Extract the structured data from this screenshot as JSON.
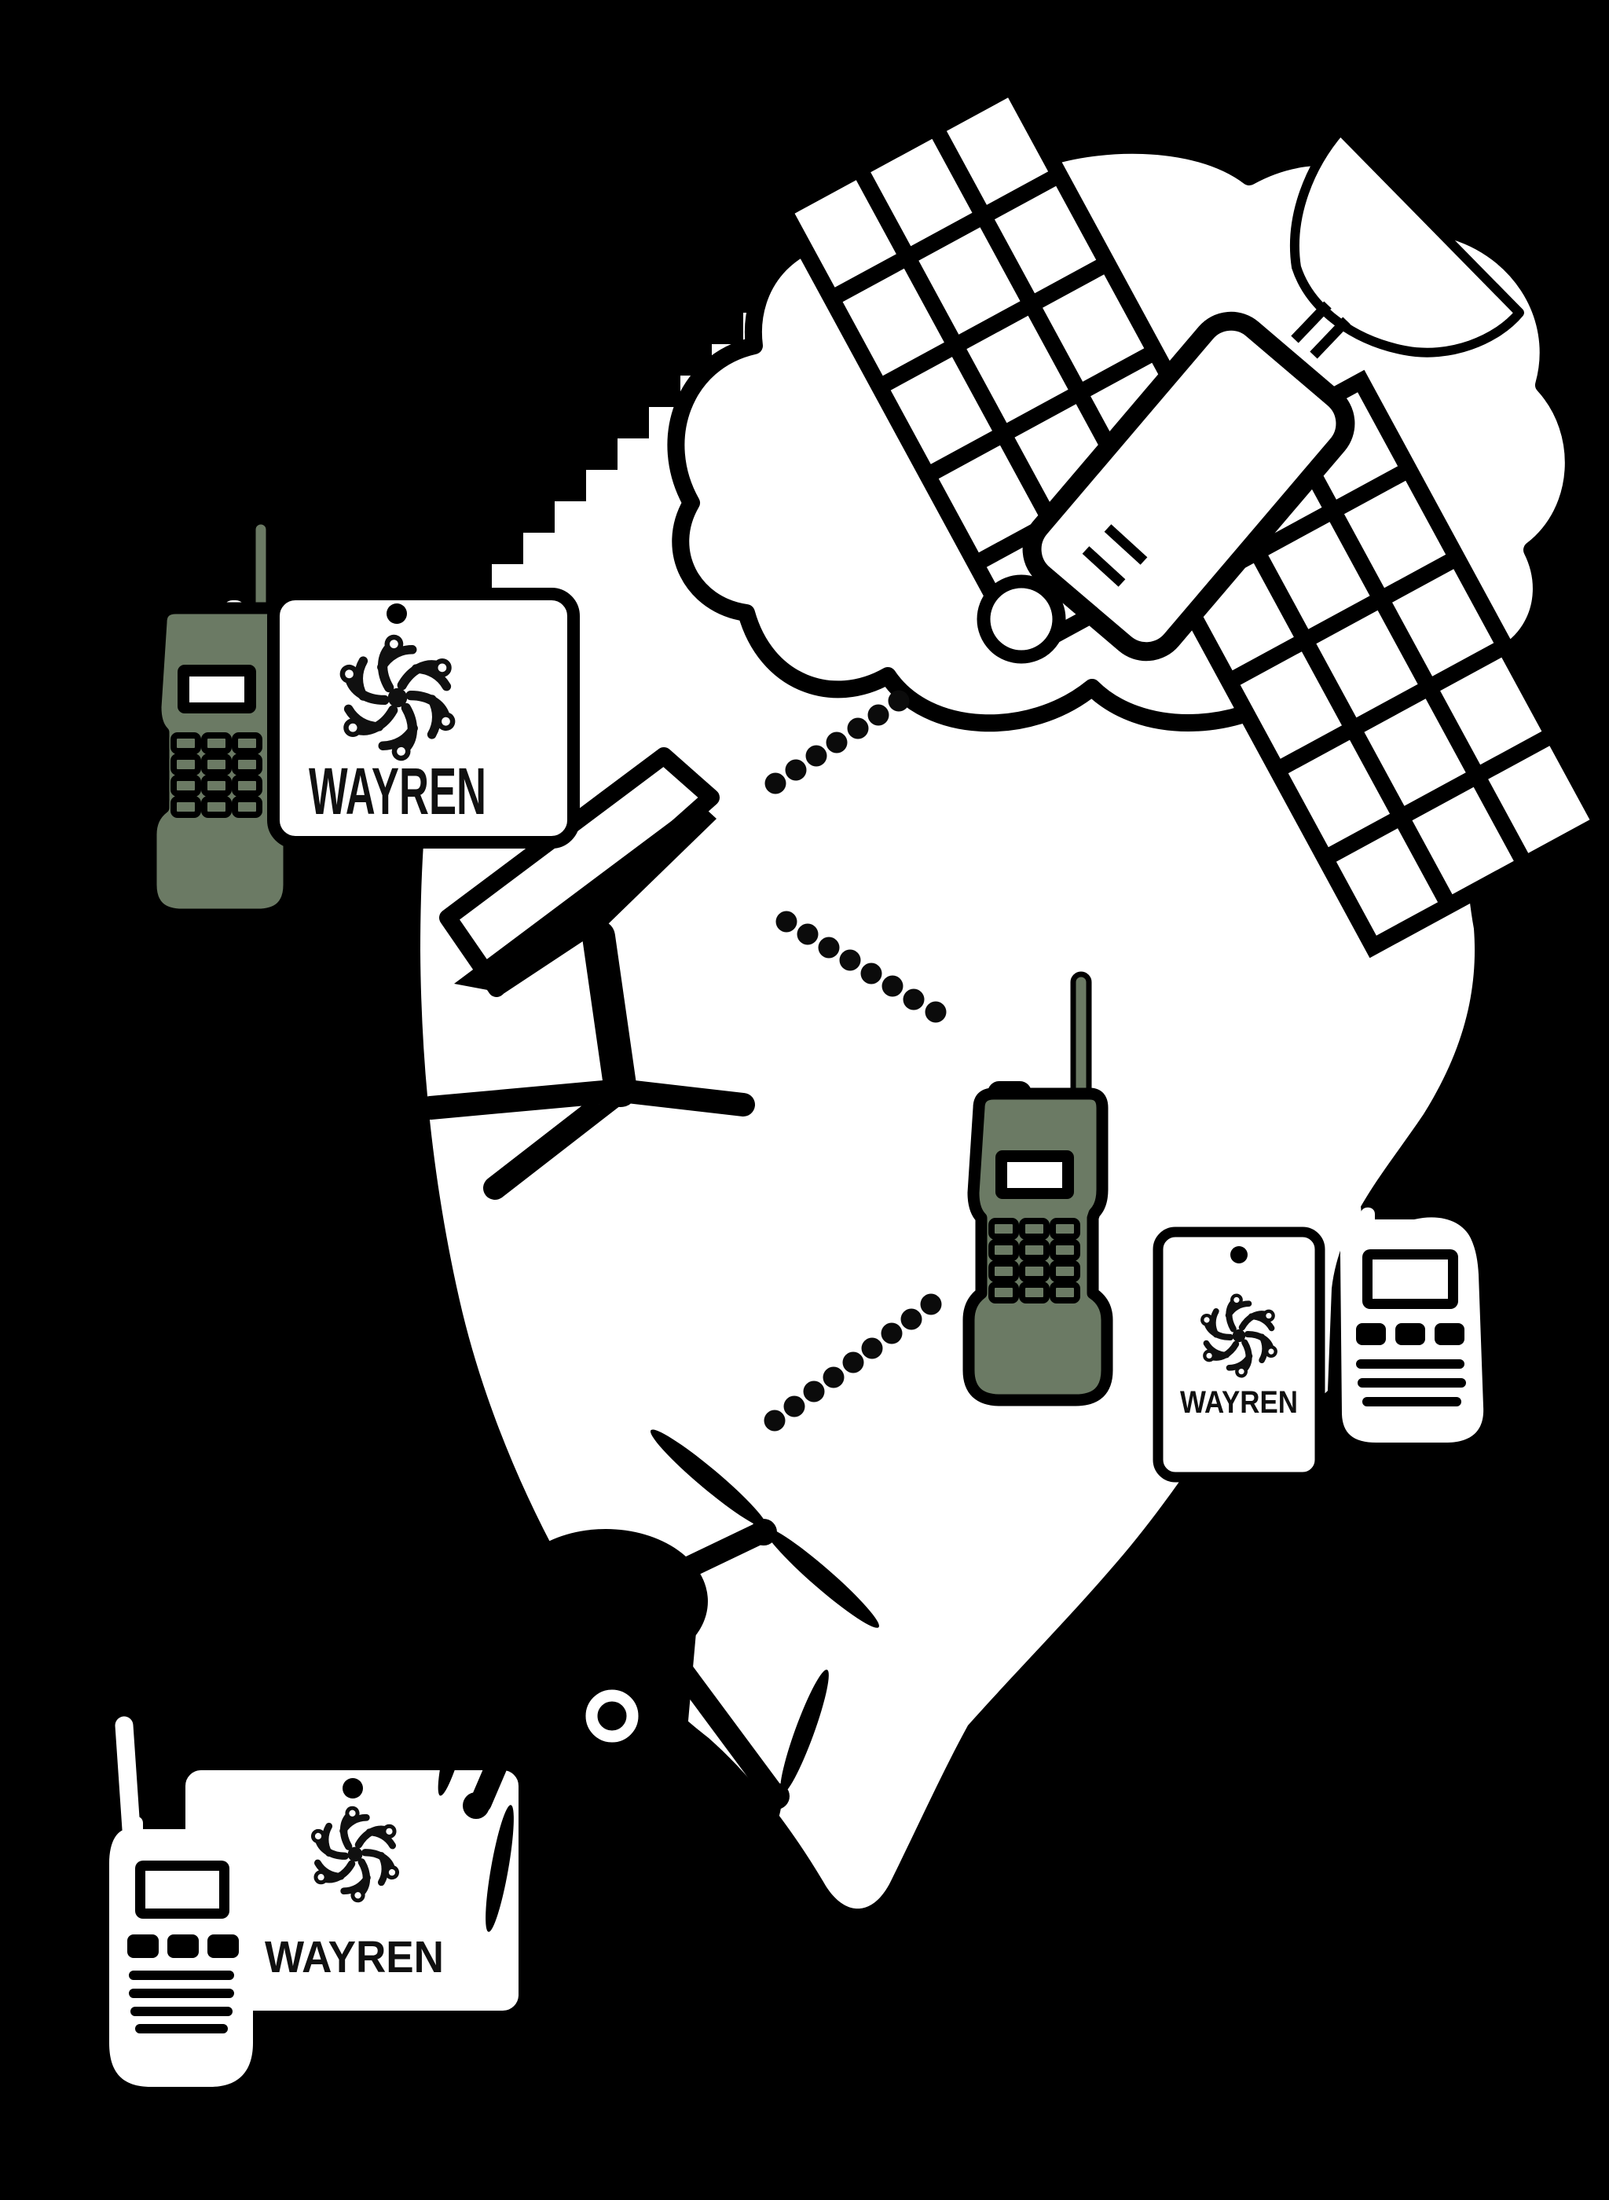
{
  "brand": {
    "wordmark": "WAYREN"
  },
  "labels": {
    "tag_left": "WAYREN",
    "tag_middle": "WAYREN",
    "tag_bottom": "WAYREN"
  },
  "colors": {
    "background": "#000000",
    "ink": "#000000",
    "surface": "#ffffff",
    "military_green": "#6b7a64"
  },
  "diagram": {
    "type": "illustration",
    "style": "black-and-white sticker-style network graphic",
    "nodes": [
      {
        "id": "satellite",
        "kind": "communications-satellite",
        "parts": [
          "solar-panel-grid-left",
          "solar-panel-grid-right",
          "satellite-body",
          "horn-dish"
        ]
      },
      {
        "id": "network-cloud",
        "kind": "cloud"
      },
      {
        "id": "coverage-blob",
        "kind": "white-background-shape"
      },
      {
        "id": "ground-dish",
        "kind": "flat-panel-satellite-dish-on-tripod"
      },
      {
        "id": "military-radio-left",
        "kind": "handheld-military-radio",
        "color": "#6b7a64",
        "tag": "WAYREN"
      },
      {
        "id": "military-radio-right",
        "kind": "handheld-military-radio",
        "color": "#6b7a64",
        "tag": "WAYREN"
      },
      {
        "id": "walkie-talkie-right",
        "kind": "walkie-talkie",
        "color": "#ffffff"
      },
      {
        "id": "walkie-talkie-bottom",
        "kind": "walkie-talkie",
        "color": "#ffffff",
        "tag": "WAYREN"
      },
      {
        "id": "drone",
        "kind": "quadcopter-drone"
      }
    ],
    "connections": [
      {
        "from": "ground-dish",
        "to": "network-cloud",
        "style": "dotted"
      },
      {
        "from": "network-cloud",
        "to": "military-radio-right",
        "style": "dotted"
      },
      {
        "from": "drone",
        "to": "military-radio-right",
        "style": "dotted"
      }
    ]
  }
}
